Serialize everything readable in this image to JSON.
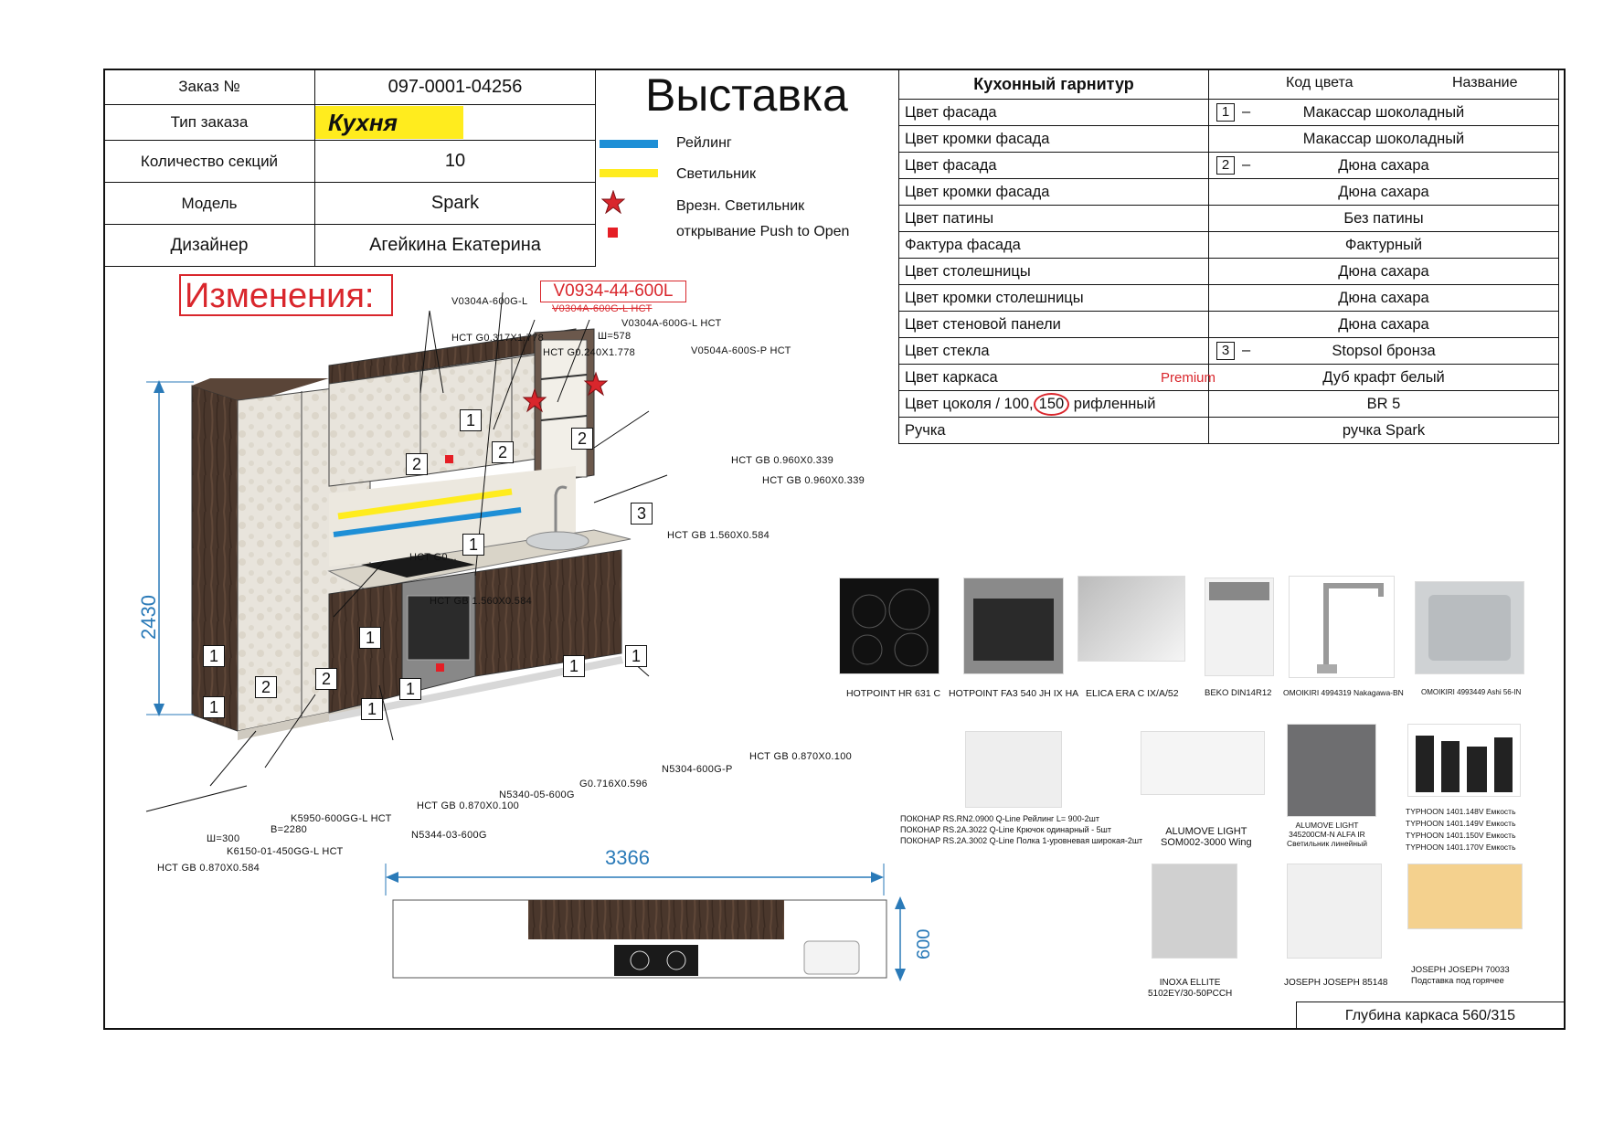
{
  "title": "Выставка",
  "order": {
    "rows": [
      {
        "label": "Заказ №",
        "value": "097-0001-04256"
      },
      {
        "label": "Тип заказа",
        "value": "Кухня"
      },
      {
        "label": "Количество секций",
        "value": "10"
      },
      {
        "label": "Модель",
        "value": "Spark"
      },
      {
        "label": "Дизайнер",
        "value": "Агейкина Екатерина"
      }
    ]
  },
  "legend": [
    {
      "label": "Рейлинг",
      "color": "#1e8fd6"
    },
    {
      "label": "Светильник",
      "color": "#ffec1e"
    },
    {
      "label": "Врезн. Светильник",
      "color": "#d9262c"
    },
    {
      "label": "открывание Push to Open",
      "color": "#e51e25"
    }
  ],
  "changes": {
    "title": "Изменения:",
    "code": "V0934-44-600L"
  },
  "spec": {
    "header": {
      "title": "Кухонный гарнитур",
      "code": "Код цвета",
      "name": "Название"
    },
    "rows": [
      {
        "label": "Цвет фасада",
        "num": "1",
        "value": "Макассар шоколадный"
      },
      {
        "label": "Цвет кромки фасада",
        "num": "",
        "value": "Макассар шоколадный"
      },
      {
        "label": "Цвет фасада",
        "num": "2",
        "value": "Дюна сахара"
      },
      {
        "label": "Цвет кромки фасада",
        "num": "",
        "value": "Дюна сахара"
      },
      {
        "label": "Цвет патины",
        "num": "",
        "value": "Без патины"
      },
      {
        "label": "Фактура фасада",
        "num": "",
        "value": "Фактурный"
      },
      {
        "label": "Цвет столешницы",
        "num": "",
        "value": "Дюна сахара"
      },
      {
        "label": "Цвет кромки столешницы",
        "num": "",
        "value": "Дюна сахара"
      },
      {
        "label": "Цвет стеновой панели",
        "num": "",
        "value": "Дюна сахара"
      },
      {
        "label": "Цвет стекла",
        "num": "3",
        "value": "Stopsol бронза"
      },
      {
        "label": "Цвет каркаса",
        "num": "",
        "value": "Дуб крафт белый",
        "extra": "Premium"
      },
      {
        "label_a": "Цвет цоколя / 100,",
        "label_b": "150",
        "label_c": " рифленный",
        "num": "",
        "value": "BR 5"
      },
      {
        "label": "Ручка",
        "num": "",
        "value": "ручка Spark"
      }
    ],
    "dash": "–"
  },
  "drawing": {
    "height_dim": "2430",
    "width_dim": "3366",
    "depth_dim": "600",
    "tags": [
      "V0304A-600G-L",
      "V0304A-600G-L НСТ",
      "НСТ G0.317X1.778",
      "V0304A-600G-L НСТ",
      "Ш=578",
      "НСТ G0.240X1.778",
      "V0504A-600S-P НСТ",
      "НСТ GB 0.960X0.339",
      "НСТ GB 0.960X0.339",
      "НСТ GB 1.560X0.584",
      "НСТ GB 1.560X0.584",
      "НСТ GB 0.870X0.100",
      "N5304-600G-P",
      "G0.716X0.596",
      "N5340-05-600G",
      "НСТ GB 0.870X0.100",
      "N5344-03-600G",
      "K5950-600GG-L НСТ",
      "В=2280",
      "Ш=300",
      "K6150-01-450GG-L НСТ",
      "НСТ GB 0.870X0.584",
      "НСТ G0..."
    ]
  },
  "appliances": [
    {
      "caption": "HOTPOINT HR 631 C"
    },
    {
      "caption": "HOTPOINT FA3 540 JH IX HA"
    },
    {
      "caption": "ELICA ERA C IX/A/52"
    },
    {
      "caption": "BEKO DIN14R12"
    },
    {
      "caption": "OMOIKIRI 4994319 Nakagawa-BN"
    },
    {
      "caption": "OMOIKIRI 4993449 Ashi 56-IN"
    }
  ],
  "accessories": {
    "pokonap": [
      "ПОКОНАР RS.RN2.0900 Q-Line Рейлинг L= 900-2шт",
      "ПОКОНАР RS.2А.3022 Q-Line Крючок одинарный - 5шт",
      "ПОКОНАР RS.2А.3002 Q-Line Полка 1-уровневая широкая-2шт"
    ],
    "alumove": [
      "ALUMOVE LIGHT",
      "SOM002-3000 Wing"
    ],
    "alumove2": [
      "ALUMOVE LIGHT",
      "345200CM-N ALFA IR",
      "Светильник линейный"
    ],
    "typhoon": [
      "TYPHOON 1401.148V Емкость",
      "TYPHOON 1401.149V Емкость",
      "TYPHOON 1401.150V Емкость",
      "TYPHOON 1401.170V Емкость"
    ],
    "inoxa": [
      "INOXA ELLITE",
      "5102EY/30-50PCCH"
    ],
    "joseph1": "JOSEPH JOSEPH 85148",
    "joseph2": [
      "JOSEPH JOSEPH 70033",
      "Подставка под горячее"
    ]
  },
  "footer": {
    "depth": "Глубина каркаса 560/315"
  }
}
